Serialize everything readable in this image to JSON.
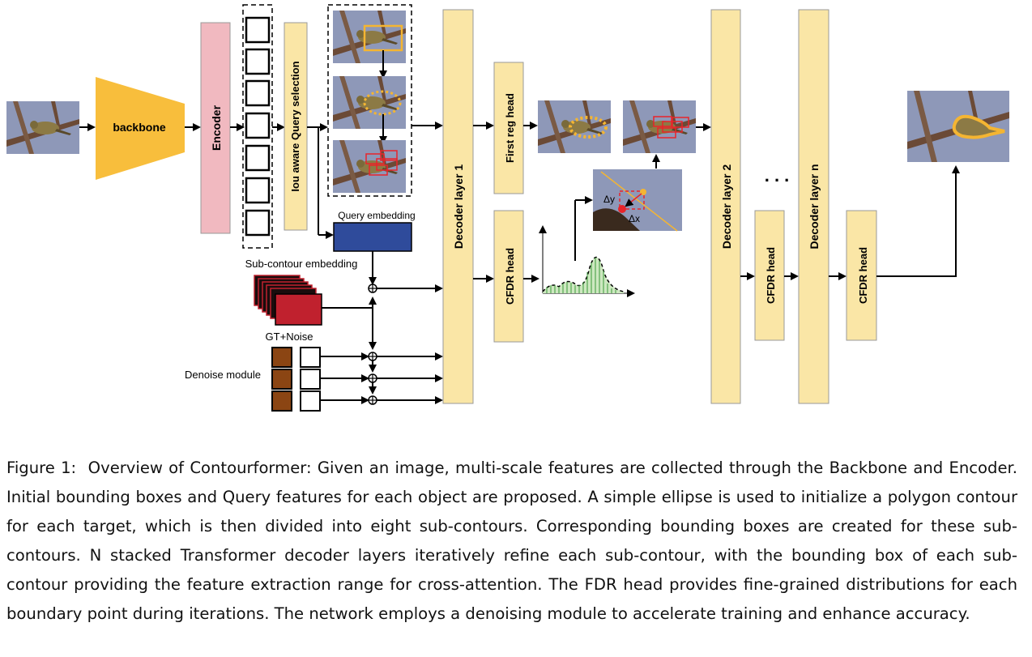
{
  "diagram": {
    "backbone": "backbone",
    "encoder": "Encoder",
    "query_selection": "Iou aware Query selection",
    "query_embedding": "Query embedding",
    "sub_contour_embedding": "Sub-contour embedding",
    "gt_noise": "GT+Noise",
    "denoise_module": "Denoise module",
    "decoder_1": "Decoder layer 1",
    "first_reg_head": "First reg head",
    "cfdr_head": "CFDR head",
    "decoder_2": "Decoder layer 2",
    "decoder_n": "Decoder layer n",
    "ellipsis": ". . .",
    "delta_y": "Δy",
    "delta_x": "Δx"
  },
  "colors": {
    "backbone": "#F8BE3C",
    "encoder": "#F1B9C0",
    "decoder": "#FAE6A6",
    "query_embedding": "#2F4B9B",
    "sub_contour": "#C0212E",
    "denoise": "#8B4513",
    "contour_orange": "#F4B532",
    "box_red": "#E8242A"
  },
  "caption": {
    "label": "Figure 1:",
    "text": "Overview of Contourformer: Given an image, multi-scale features are collected through the Backbone and Encoder. Initial bounding boxes and Query features for each object are proposed. A simple ellipse is used to initialize a polygon contour for each target, which is then divided into eight sub-contours. Corresponding bounding boxes are created for these sub-contours. N stacked Transformer decoder layers iteratively refine each sub-contour, with the bounding box of each sub-contour providing the feature extraction range for cross-attention. The FDR head provides fine-grained distributions for each boundary point during iterations. The network employs a denoising module to accelerate training and enhance accuracy."
  }
}
